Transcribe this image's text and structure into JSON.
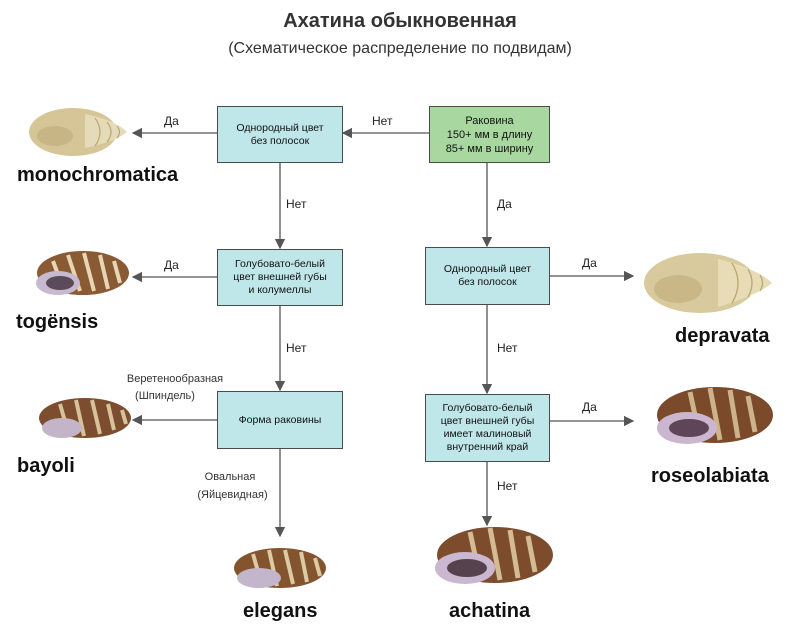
{
  "title": "Ахатина обыкновенная",
  "subtitle": "(Схематическое распределение по подвидам)",
  "boxes": {
    "shell": "Раковина\n150+ мм в длину\n85+ мм в ширину",
    "uniform_left": "Однородный цвет\nбез полосок",
    "bluish_left": "Голубовато-белый\nцвет внешней губы\nи колумеллы",
    "shape": "Форма раковины",
    "uniform_right": "Однородный цвет\nбез полосок",
    "bluish_right": "Голубовато-белый\nцвет внешней губы\nимеет малиновый\nвнутренний край"
  },
  "labels": {
    "yes": "Да",
    "no": "Нет",
    "spindle_1": "Веретенообразная",
    "spindle_2": "(Шпиндель)",
    "oval_1": "Овальная",
    "oval_2": "(Яйцевидная)"
  },
  "species": {
    "monochromatica": "monochromatica",
    "togensis": "togënsis",
    "bayoli": "bayoli",
    "elegans": "elegans",
    "depravata": "depravata",
    "roseolabiata": "roseolabiata",
    "achatina": "achatina"
  },
  "colors": {
    "box_fill": "#bfe6e8",
    "root_fill": "#a8d8a0",
    "line": "#555555",
    "shell_plain": "#d8c89a",
    "shell_striped": "#8a5a35"
  }
}
